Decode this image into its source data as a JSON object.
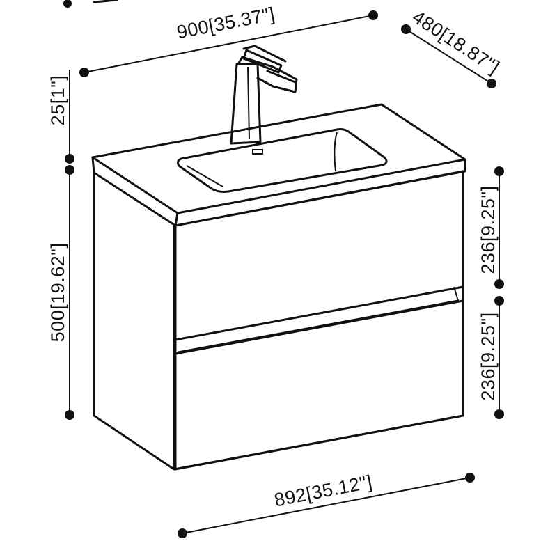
{
  "dimensions": {
    "width_top": "900[35.37\"]",
    "depth": "480[18.87\"]",
    "top_thickness": "25[1\"]",
    "cabinet_height": "500[19.62\"]",
    "drawer_upper_height": "236[9.25\"]",
    "drawer_lower_height": "236[9.25\"]",
    "width_cabinet": "892[35.12\"]"
  },
  "colors": {
    "line": "#111111",
    "background": "#ffffff"
  }
}
